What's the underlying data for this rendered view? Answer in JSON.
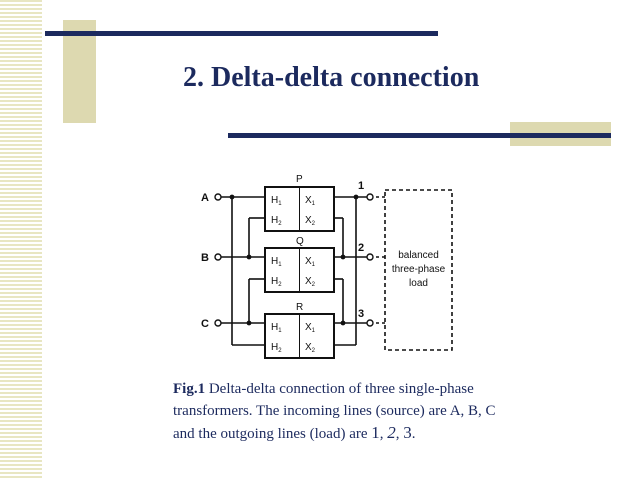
{
  "slide": {
    "title": "2. Delta-delta connection"
  },
  "diagram": {
    "transformers": [
      {
        "name": "P",
        "h1": "H",
        "h1_sub": "1",
        "h2": "H",
        "h2_sub": "2",
        "x1": "X",
        "x1_sub": "1",
        "x2": "X",
        "x2_sub": "2"
      },
      {
        "name": "Q",
        "h1": "H",
        "h1_sub": "1",
        "h2": "H",
        "h2_sub": "2",
        "x1": "X",
        "x1_sub": "1",
        "x2": "X",
        "x2_sub": "2"
      },
      {
        "name": "R",
        "h1": "H",
        "h1_sub": "1",
        "h2": "H",
        "h2_sub": "2",
        "x1": "X",
        "x1_sub": "1",
        "x2": "X",
        "x2_sub": "2"
      }
    ],
    "source_lines": [
      "A",
      "B",
      "C"
    ],
    "load_lines": [
      "1",
      "2",
      "3"
    ],
    "load_label": [
      "balanced",
      "three-phase",
      "load"
    ]
  },
  "caption": {
    "fig_label": "Fig.1",
    "text": " Delta-delta connection of three single-phase transformers. The incoming lines (source) are A, B, C and the outgoing lines (load) are ",
    "n1": "1",
    "sep1": ", ",
    "n2": "2",
    "sep2": ", ",
    "n3": "3",
    "end": "."
  },
  "colors": {
    "navy": "#1c2a5e",
    "tan": "#ddd9b0",
    "stripe": "#e8e6c2"
  }
}
